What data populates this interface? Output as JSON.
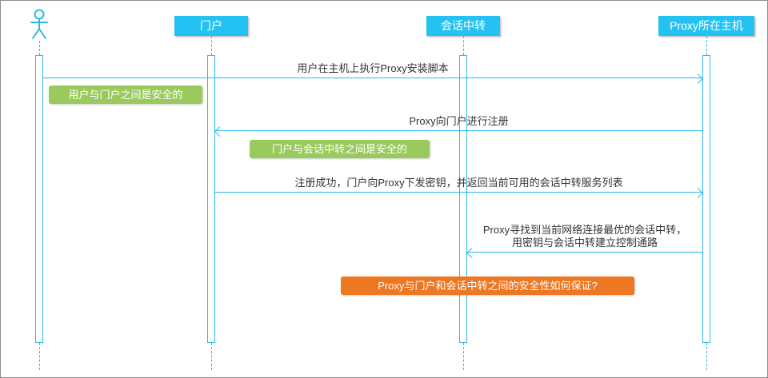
{
  "colors": {
    "accent": "#2eb8ea",
    "header": "#24c2f2",
    "green": "#9aca5e",
    "orange": "#ee7722",
    "text": "#333333"
  },
  "participants": [
    {
      "id": "user",
      "kind": "actor",
      "label": ""
    },
    {
      "id": "portal",
      "kind": "box",
      "label": "门户"
    },
    {
      "id": "relay",
      "kind": "box",
      "label": "会话中转"
    },
    {
      "id": "proxy_host",
      "kind": "box",
      "label": "Proxy所在主机"
    }
  ],
  "messages": [
    {
      "from": "user",
      "to": "proxy_host",
      "direction": "right",
      "label": "用户在主机上执行Proxy安装脚本"
    },
    {
      "from": "proxy_host",
      "to": "portal",
      "direction": "left",
      "label": "Proxy向门户进行注册"
    },
    {
      "from": "portal",
      "to": "proxy_host",
      "direction": "right",
      "label": "注册成功，门户向Proxy下发密钥，并返回当前可用的会话中转服务列表"
    },
    {
      "from": "proxy_host",
      "to": "relay",
      "direction": "left",
      "label": "Proxy寻找到当前网络连接最优的会话中转，\n用密钥与会话中转建立控制通路"
    }
  ],
  "notes": [
    {
      "style": "green",
      "label": "用户与门户之间是安全的"
    },
    {
      "style": "green",
      "label": "门户与会话中转之间是安全的"
    },
    {
      "style": "orange",
      "label": "Proxy与门户和会话中转之间的安全性如何保证?"
    }
  ]
}
